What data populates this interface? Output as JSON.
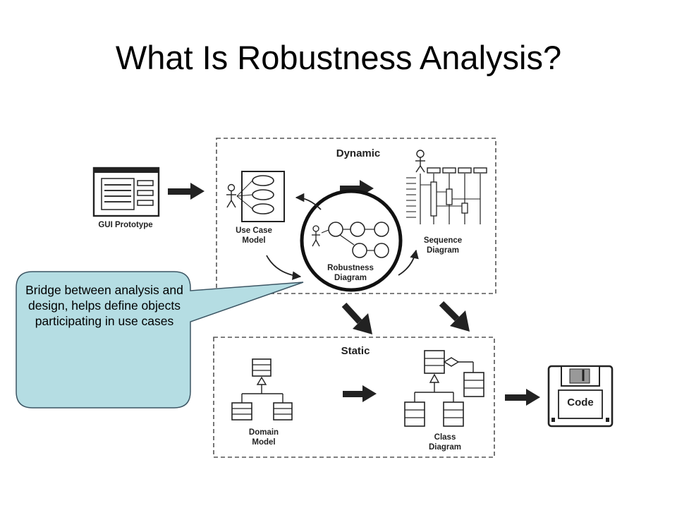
{
  "slide": {
    "title": "What Is Robustness Analysis?"
  },
  "diagram": {
    "dynamic_label": "Dynamic",
    "static_label": "Static",
    "gui_prototype_label": "GUI Prototype",
    "use_case_model_label": [
      "Use Case",
      "Model"
    ],
    "robustness_diagram_label": [
      "Robustness",
      "Diagram"
    ],
    "sequence_diagram_label": [
      "Sequence",
      "Diagram"
    ],
    "domain_model_label": [
      "Domain",
      "Model"
    ],
    "class_diagram_label": [
      "Class",
      "Diagram"
    ],
    "code_label": "Code"
  },
  "callout": {
    "text": "Bridge between analysis and design, helps define objects participating in use cases",
    "fill_color": "#b5dde3"
  }
}
